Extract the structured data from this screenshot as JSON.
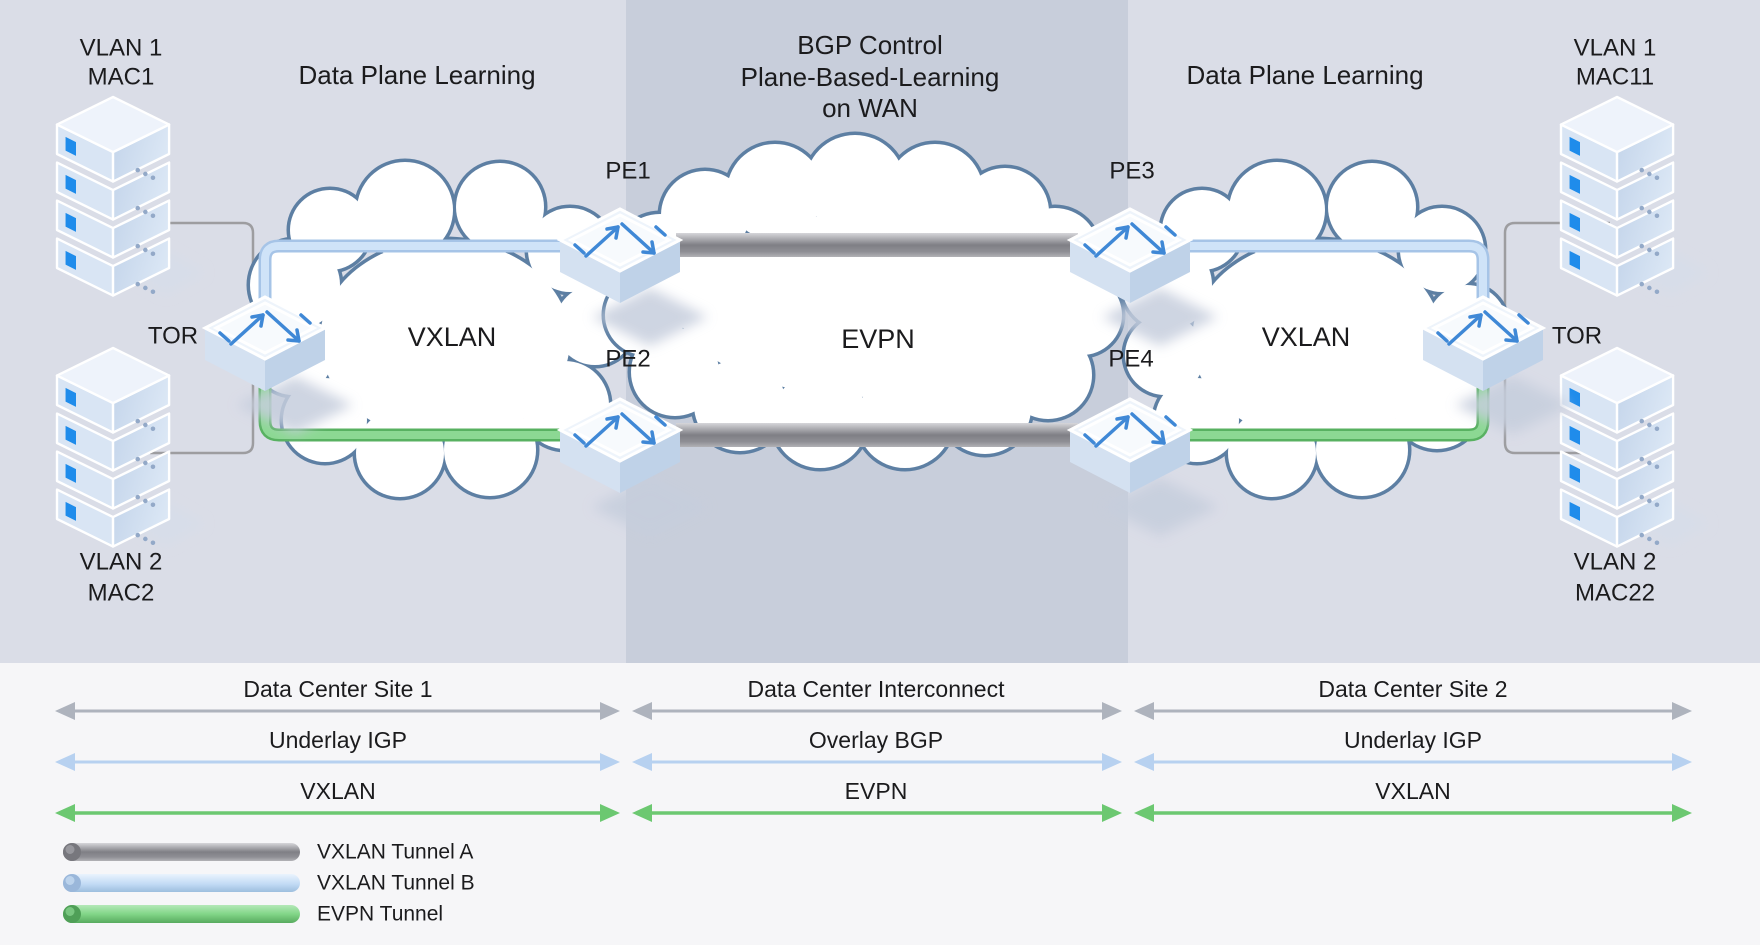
{
  "diagram": {
    "titles": {
      "left": "Data Plane Learning",
      "middle_line1": "BGP Control",
      "middle_line2": "Plane-Based-Learning",
      "middle_line3": "on WAN",
      "right": "Data Plane Learning"
    },
    "hosts": {
      "left_top_line1": "VLAN 1",
      "left_top_line2": "MAC1",
      "left_bottom_line1": "VLAN 2",
      "left_bottom_line2": "MAC2",
      "right_top_line1": "VLAN 1",
      "right_top_line2": "MAC11",
      "right_bottom_line1": "VLAN 2",
      "right_bottom_line2": "MAC22"
    },
    "devices": {
      "tor_left": "TOR",
      "pe1": "PE1",
      "pe2": "PE2",
      "pe3": "PE3",
      "pe4": "PE4",
      "tor_right": "TOR"
    },
    "clouds": {
      "left": "VXLAN",
      "middle": "EVPN",
      "right": "VXLAN"
    }
  },
  "scale_rows": {
    "row1": {
      "s1": "Data Center Site 1",
      "s2": "Data Center Interconnect",
      "s3": "Data Center Site 2"
    },
    "row2": {
      "s1": "Underlay IGP",
      "s2": "Overlay BGP",
      "s3": "Underlay IGP"
    },
    "row3": {
      "s1": "VXLAN",
      "s2": "EVPN",
      "s3": "VXLAN"
    }
  },
  "legend": {
    "item1": "VXLAN Tunnel A",
    "item2": "VXLAN Tunnel B",
    "item3": "EVPN Tunnel"
  },
  "colors": {
    "panel_light": "#dadde7",
    "panel_dark": "#c8cedb",
    "canvas_bottom": "#f6f6f8",
    "cloud_border": "#5d7fa3",
    "tunnel_gray": "#85858a",
    "tunnel_blue": "#c6ddf6",
    "tunnel_green": "#7fd584",
    "arrow_gray": "#aeb3bd",
    "arrow_blue": "#b7d1f0",
    "arrow_green": "#6cc871",
    "switch_arrow_blue": "#3f88d6"
  }
}
